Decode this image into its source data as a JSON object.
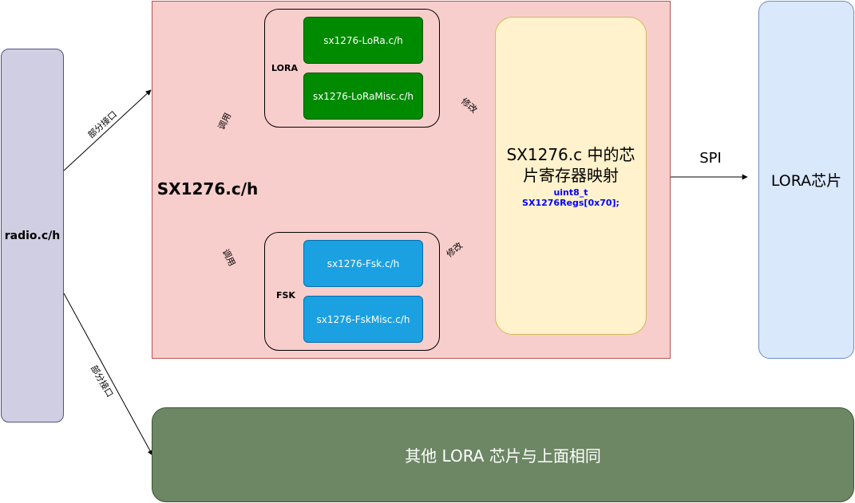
{
  "radio": {
    "label": "radio.c/h"
  },
  "driver": {
    "title": "SX1276.c/h",
    "lora_group": {
      "label": "LORA",
      "files": [
        "sx1276-LoRa.c/h",
        "sx1276-LoRaMisc.c/h"
      ]
    },
    "fsk_group": {
      "label": "FSK",
      "files": [
        "sx1276-Fsk.c/h",
        "sx1276-FskMisc.c/h"
      ]
    },
    "register_map": {
      "title": "SX1276.c 中的芯片寄存器映射",
      "code": "uint8_t SX1276Regs[0x70];"
    }
  },
  "chip": {
    "label": "LORA芯片"
  },
  "other": {
    "label": "其他 LORA 芯片与上面相同"
  },
  "edge_labels": {
    "radio_to_driver": "部分接口",
    "radio_to_other": "部分接口",
    "call_lora": "调用",
    "call_fsk": "调用",
    "modify_lora": "修改",
    "modify_fsk": "修改",
    "spi": "SPI"
  }
}
